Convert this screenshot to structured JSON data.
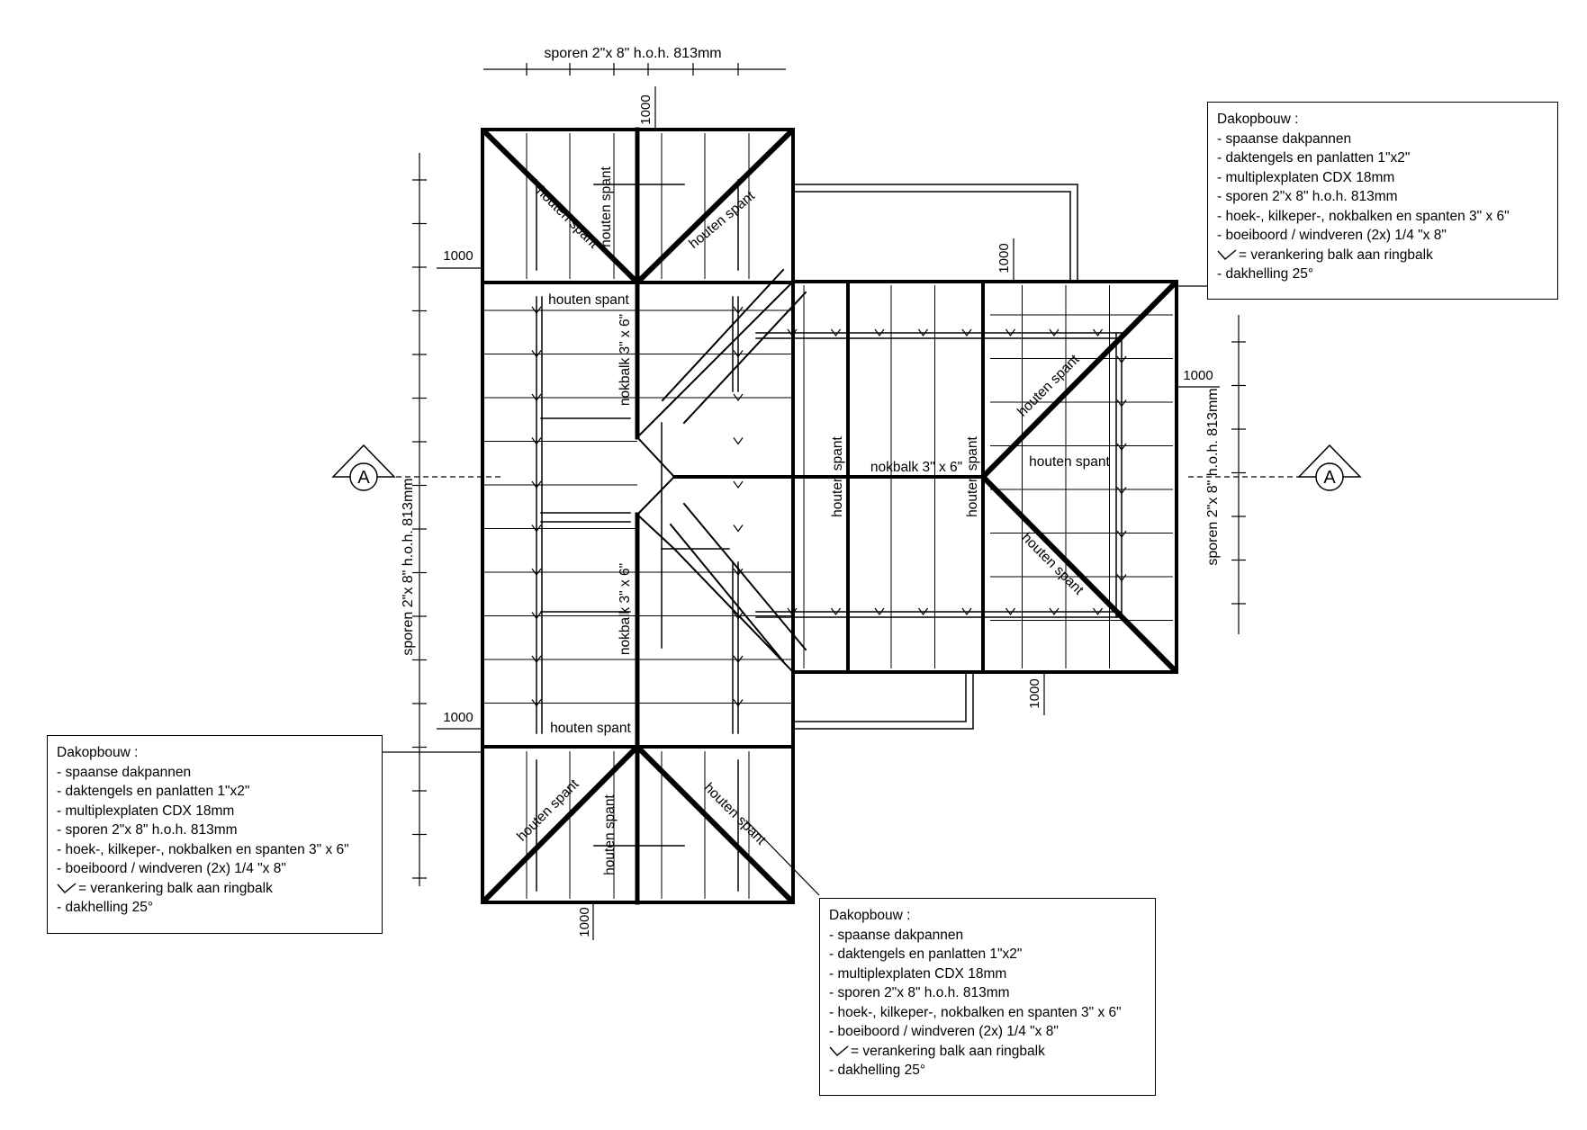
{
  "dimensions": {
    "top_rafters": "sporen 2\"x 8\"  h.o.h. 813mm",
    "left_rafters": "sporen 2\"x 8\"  h.o.h. 813mm",
    "right_rafters": "sporen 2\"x 8\"  h.o.h. 813mm",
    "overhang": "1000"
  },
  "section_marker": {
    "letter": "A"
  },
  "labels": {
    "truss": "houten spant",
    "ridge": "nokbalk 3\" x 6\""
  },
  "notes": {
    "title": "Dakopbouw :",
    "items": [
      "- spaanse dakpannen",
      "- daktengels en panlatten 1\"x2\"",
      "- multiplexplaten CDX 18mm",
      "- sporen 2\"x 8\" h.o.h. 813mm",
      "- hoek-, kilkeper-, nokbalken en spanten 3\" x 6\"",
      "- boeiboord / windveren  (2x) 1/4 \"x 8\""
    ],
    "anchor_legend": "= verankering balk aan ringbalk",
    "slope": "- dakhelling 25°"
  }
}
